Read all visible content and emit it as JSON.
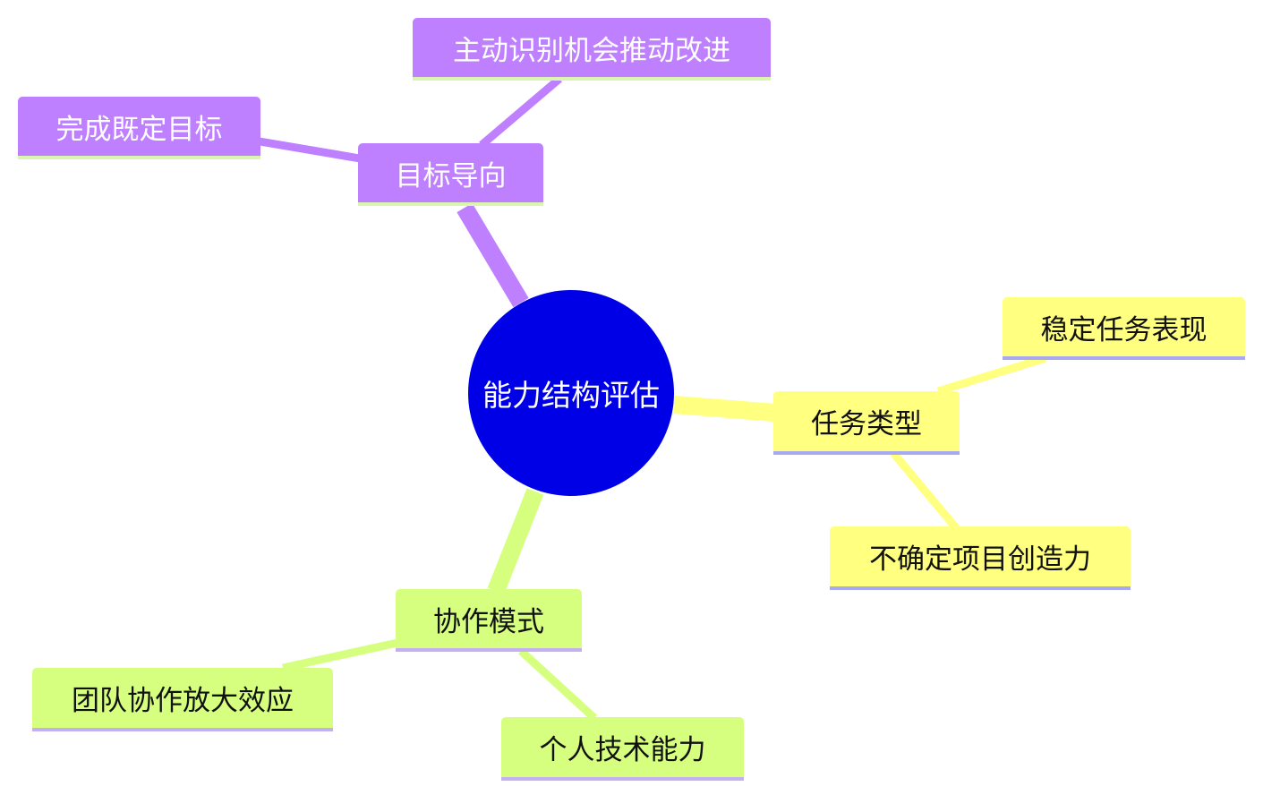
{
  "mindmap": {
    "root": {
      "label": "能力结构评估",
      "color": "#0000e6"
    },
    "branches": [
      {
        "id": "goal",
        "label": "目标导向",
        "color": "#bf80ff",
        "children": [
          {
            "label": "主动识别机会推动改进"
          },
          {
            "label": "完成既定目标"
          }
        ]
      },
      {
        "id": "task",
        "label": "任务类型",
        "color": "#ffff80",
        "children": [
          {
            "label": "稳定任务表现"
          },
          {
            "label": "不确定项目创造力"
          }
        ]
      },
      {
        "id": "collab",
        "label": "协作模式",
        "color": "#d6ff80",
        "children": [
          {
            "label": "团队协作放大效应"
          },
          {
            "label": "个人技术能力"
          }
        ]
      }
    ]
  }
}
